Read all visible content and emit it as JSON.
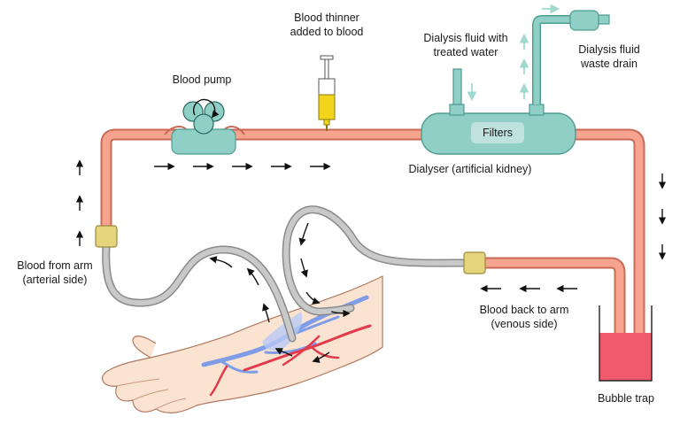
{
  "labels": {
    "blood_thinner": [
      "Blood thinner",
      "added to blood"
    ],
    "dialysis_fluid": [
      "Dialysis fluid with",
      "treated water"
    ],
    "waste_drain": [
      "Dialysis fluid",
      "waste drain"
    ],
    "blood_pump": "Blood pump",
    "filters": "Filters",
    "dialyser": "Dialyser (artificial kidney)",
    "blood_from_arm": [
      "Blood from arm",
      "(arterial side)"
    ],
    "blood_back": [
      "Blood back to arm",
      "(venous side)"
    ],
    "bubble_trap": "Bubble trap"
  },
  "colors": {
    "tube_fill": "#f6a48f",
    "tube_outline": "#c86a55",
    "line_fill": "#c9c9c9",
    "line_outline": "#8a8a8a",
    "connector": "#e6d47c",
    "filter_body": "#8fcfc6",
    "filter_outline": "#4f9c92",
    "arrow_fluid": "#9fd8cf",
    "trap_liquid": "#ef5a6d",
    "skin": "#fbe3d2",
    "vein": "#7f9ce8",
    "artery": "#e23a4a",
    "syringe_barrel": "#f3d41c"
  }
}
